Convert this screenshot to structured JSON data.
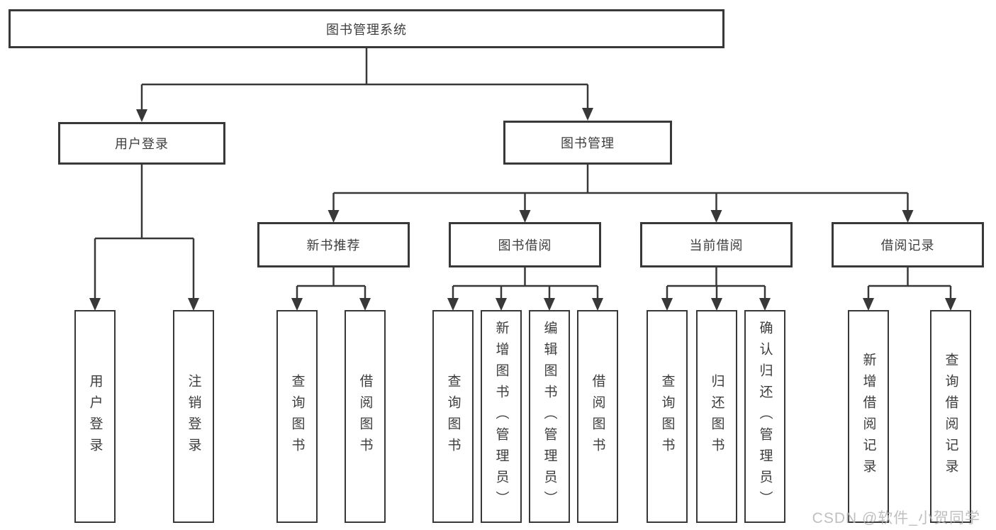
{
  "diagram": {
    "root": {
      "label": "图书管理系统",
      "children": [
        {
          "label": "用户登录",
          "children": [
            {
              "label": "用户登录"
            },
            {
              "label": "注销登录"
            }
          ]
        },
        {
          "label": "图书管理",
          "children": [
            {
              "label": "新书推荐",
              "children": [
                {
                  "label": "查询图书"
                },
                {
                  "label": "借阅图书"
                }
              ]
            },
            {
              "label": "图书借阅",
              "children": [
                {
                  "label": "查询图书"
                },
                {
                  "label": "新增图书（管理员）"
                },
                {
                  "label": "编辑图书（管理员）"
                },
                {
                  "label": "借阅图书"
                }
              ]
            },
            {
              "label": "当前借阅",
              "children": [
                {
                  "label": "查询图书"
                },
                {
                  "label": "归还图书"
                },
                {
                  "label": "确认归还（管理员）"
                }
              ]
            },
            {
              "label": "借阅记录",
              "children": [
                {
                  "label": "新增借阅记录"
                },
                {
                  "label": "查询借阅记录"
                }
              ]
            }
          ]
        }
      ]
    }
  },
  "watermark": {
    "text": "CSDN @软件_小贺同学"
  },
  "colors": {
    "line": "#383838",
    "box_border": "#383838",
    "text": "#3d3d3d",
    "background": "#ffffff",
    "watermark": "#b5b5b5"
  }
}
